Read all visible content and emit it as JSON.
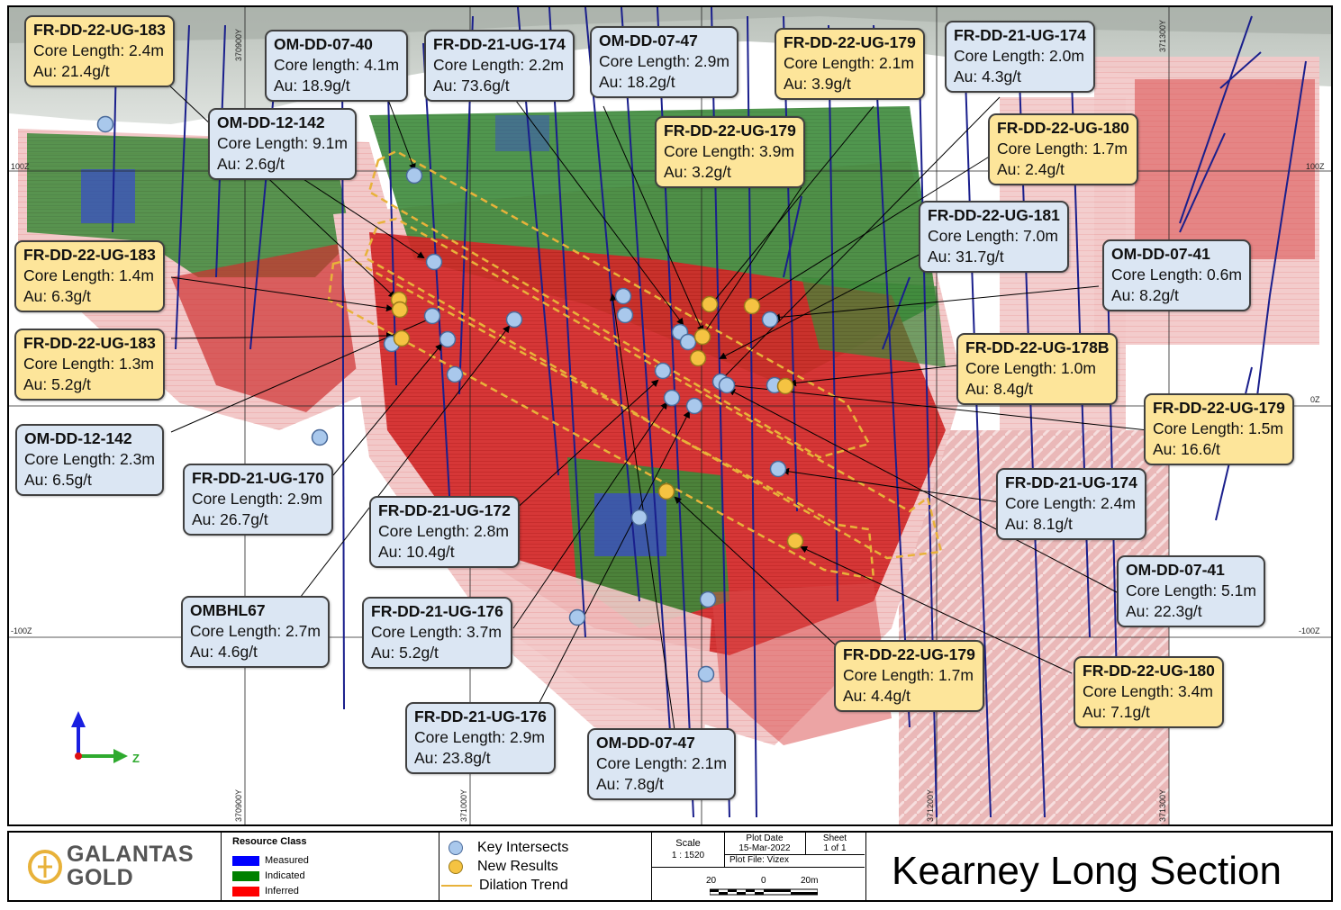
{
  "title": "Kearney Long Section",
  "grid": {
    "northings": [
      "370900Y",
      "371000Y",
      "371200Y",
      "371300Y"
    ],
    "elevations": [
      "100Z",
      "0Z",
      "-100Z"
    ],
    "axis_z_label": "Z"
  },
  "callouts": [
    {
      "hole": "FR-DD-22-UG-183",
      "length": "Core Length: 2.4m",
      "au": "Au: 21.4g/t",
      "type": "new"
    },
    {
      "hole": "OM-DD-07-40",
      "length": "Core length: 4.1m",
      "au": "Au: 18.9g/t",
      "type": "key"
    },
    {
      "hole": "FR-DD-21-UG-174",
      "length": "Core Length: 2.2m",
      "au": "Au: 73.6g/t",
      "type": "key"
    },
    {
      "hole": "OM-DD-07-47",
      "length": "Core Length: 2.9m",
      "au": "Au: 18.2g/t",
      "type": "key"
    },
    {
      "hole": "FR-DD-22-UG-179",
      "length": "Core Length: 2.1m",
      "au": "Au: 3.9g/t",
      "type": "new"
    },
    {
      "hole": "FR-DD-21-UG-174",
      "length": "Core Length: 2.0m",
      "au": "Au: 4.3g/t",
      "type": "key"
    },
    {
      "hole": "OM-DD-12-142",
      "length": "Core Length: 9.1m",
      "au": "Au: 2.6g/t",
      "type": "key"
    },
    {
      "hole": "FR-DD-22-UG-179",
      "length": "Core Length: 3.9m",
      "au": "Au: 3.2g/t",
      "type": "new"
    },
    {
      "hole": "FR-DD-22-UG-180",
      "length": "Core Length: 1.7m",
      "au": "Au: 2.4g/t",
      "type": "new"
    },
    {
      "hole": "FR-DD-22-UG-181",
      "length": "Core Length: 7.0m",
      "au": "Au: 31.7g/t",
      "type": "key"
    },
    {
      "hole": "FR-DD-22-UG-183",
      "length": "Core Length: 1.4m",
      "au": "Au: 6.3g/t",
      "type": "new"
    },
    {
      "hole": "OM-DD-07-41",
      "length": "Core Length: 0.6m",
      "au": "Au: 8.2g/t",
      "type": "key"
    },
    {
      "hole": "FR-DD-22-UG-183",
      "length": "Core Length: 1.3m",
      "au": "Au: 5.2g/t",
      "type": "new"
    },
    {
      "hole": "FR-DD-22-UG-178B",
      "length": "Core Length: 1.0m",
      "au": "Au: 8.4g/t",
      "type": "new"
    },
    {
      "hole": "FR-DD-22-UG-179",
      "length": "Core Length: 1.5m",
      "au": "Au: 16.6/t",
      "type": "new"
    },
    {
      "hole": "OM-DD-12-142",
      "length": "Core Length: 2.3m",
      "au": "Au: 6.5g/t",
      "type": "key"
    },
    {
      "hole": "FR-DD-21-UG-170",
      "length": "Core Length: 2.9m",
      "au": "Au: 26.7g/t",
      "type": "key"
    },
    {
      "hole": "FR-DD-21-UG-172",
      "length": "Core Length: 2.8m",
      "au": "Au: 10.4g/t",
      "type": "key"
    },
    {
      "hole": "FR-DD-21-UG-174",
      "length": "Core Length: 2.4m",
      "au": "Au: 8.1g/t",
      "type": "key"
    },
    {
      "hole": "OM-DD-07-41",
      "length": "Core Length: 5.1m",
      "au": "Au: 22.3g/t",
      "type": "key"
    },
    {
      "hole": "OMBHL67",
      "length": "Core Length: 2.7m",
      "au": "Au: 4.6g/t",
      "type": "key"
    },
    {
      "hole": "FR-DD-21-UG-176",
      "length": "Core Length: 3.7m",
      "au": "Au: 5.2g/t",
      "type": "key"
    },
    {
      "hole": "FR-DD-22-UG-179",
      "length": "Core Length: 1.7m",
      "au": "Au: 4.4g/t",
      "type": "new"
    },
    {
      "hole": "FR-DD-22-UG-180",
      "length": "Core Length: 3.4m",
      "au": "Au: 7.1g/t",
      "type": "new"
    },
    {
      "hole": "FR-DD-21-UG-176",
      "length": "Core Length: 2.9m",
      "au": "Au: 23.8g/t",
      "type": "key"
    },
    {
      "hole": "OM-DD-07-47",
      "length": "Core Length: 2.1m",
      "au": "Au: 7.8g/t",
      "type": "key"
    }
  ],
  "footer": {
    "logo_line1": "GALANTAS",
    "logo_line2": "GOLD",
    "resource_class": {
      "title": "Resource Class",
      "items": [
        {
          "label": "Measured",
          "color": "#0000ff"
        },
        {
          "label": "Indicated",
          "color": "#008000"
        },
        {
          "label": "Inferred",
          "color": "#ff0000"
        }
      ]
    },
    "legend": {
      "key_intersects": "Key Intersects",
      "new_results": "New Results",
      "dilation_trend": "Dilation Trend",
      "key_color": "#a9c8ec",
      "new_color": "#f5c342",
      "trend_color": "#e8b23a"
    },
    "scale_label": "Scale",
    "scale_value": "1 : 1520",
    "plot_date_label": "Plot Date",
    "plot_date": "15-Mar-2022",
    "sheet_label": "Sheet",
    "sheet_value": "1 of 1",
    "plot_file": "Plot File: Vizex",
    "scalebar_labels": [
      "20",
      "0",
      "20m"
    ]
  }
}
